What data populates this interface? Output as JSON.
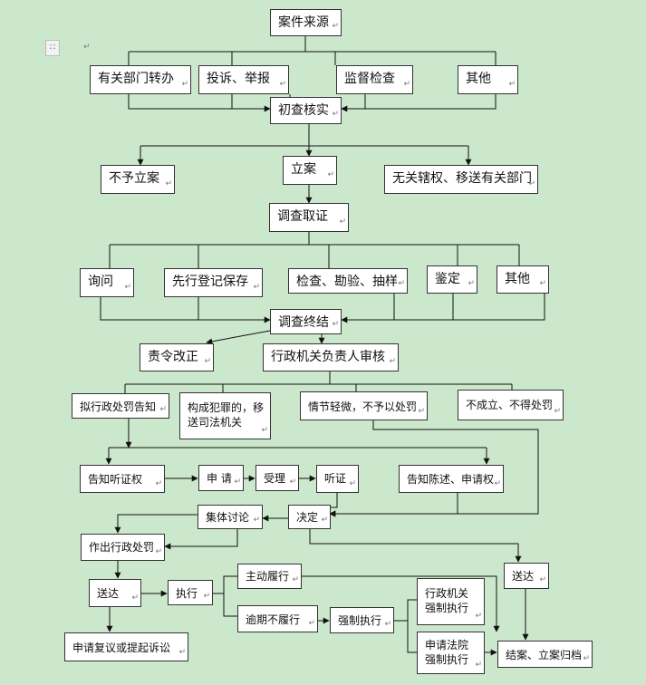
{
  "title": "案件来源",
  "sources": [
    "有关部门转办",
    "投诉、举报",
    "监督检查",
    "其他"
  ],
  "preliminary_check": "初查核实",
  "case_outcomes": {
    "no_case": "不予立案",
    "file_case": "立案",
    "transfer": "无关辖权、移送有关部门"
  },
  "investigation": "调查取证",
  "methods": [
    "询问",
    "先行登记保存",
    "检查、勘验、抽样",
    "鉴定",
    "其他"
  ],
  "investigation_end": "调查终结",
  "order_correction": "责令改正",
  "review": "行政机关负责人审核",
  "review_outcomes": {
    "draft_notice": "拟行政处罚告知",
    "criminal": "构成犯罪的，移送司法机关",
    "minor": "情节轻微，不予以处罚",
    "unfounded": "不成立、不得处罚"
  },
  "hearing": {
    "notify_hearing": "告知听证权",
    "apply": "申 请",
    "accept": "受理",
    "hearing": "听证",
    "notify_statement": "告知陈述、申请权"
  },
  "collective": "集体讨论",
  "decision": "决定",
  "penalty": "作出行政处罚",
  "deliver": "送达",
  "deliver2": "送达",
  "execute": "执行",
  "voluntary": "主动履行",
  "overdue": "逾期不履行",
  "enforce": "强制执行",
  "agency_enforce": "行政机关强制执行",
  "court_enforce": "申请法院强制执行",
  "appeal": "申请复议或提起诉讼",
  "archive": "结案、立案归档",
  "toolbar": {
    "gripper_icon": "move-handle-icon"
  }
}
